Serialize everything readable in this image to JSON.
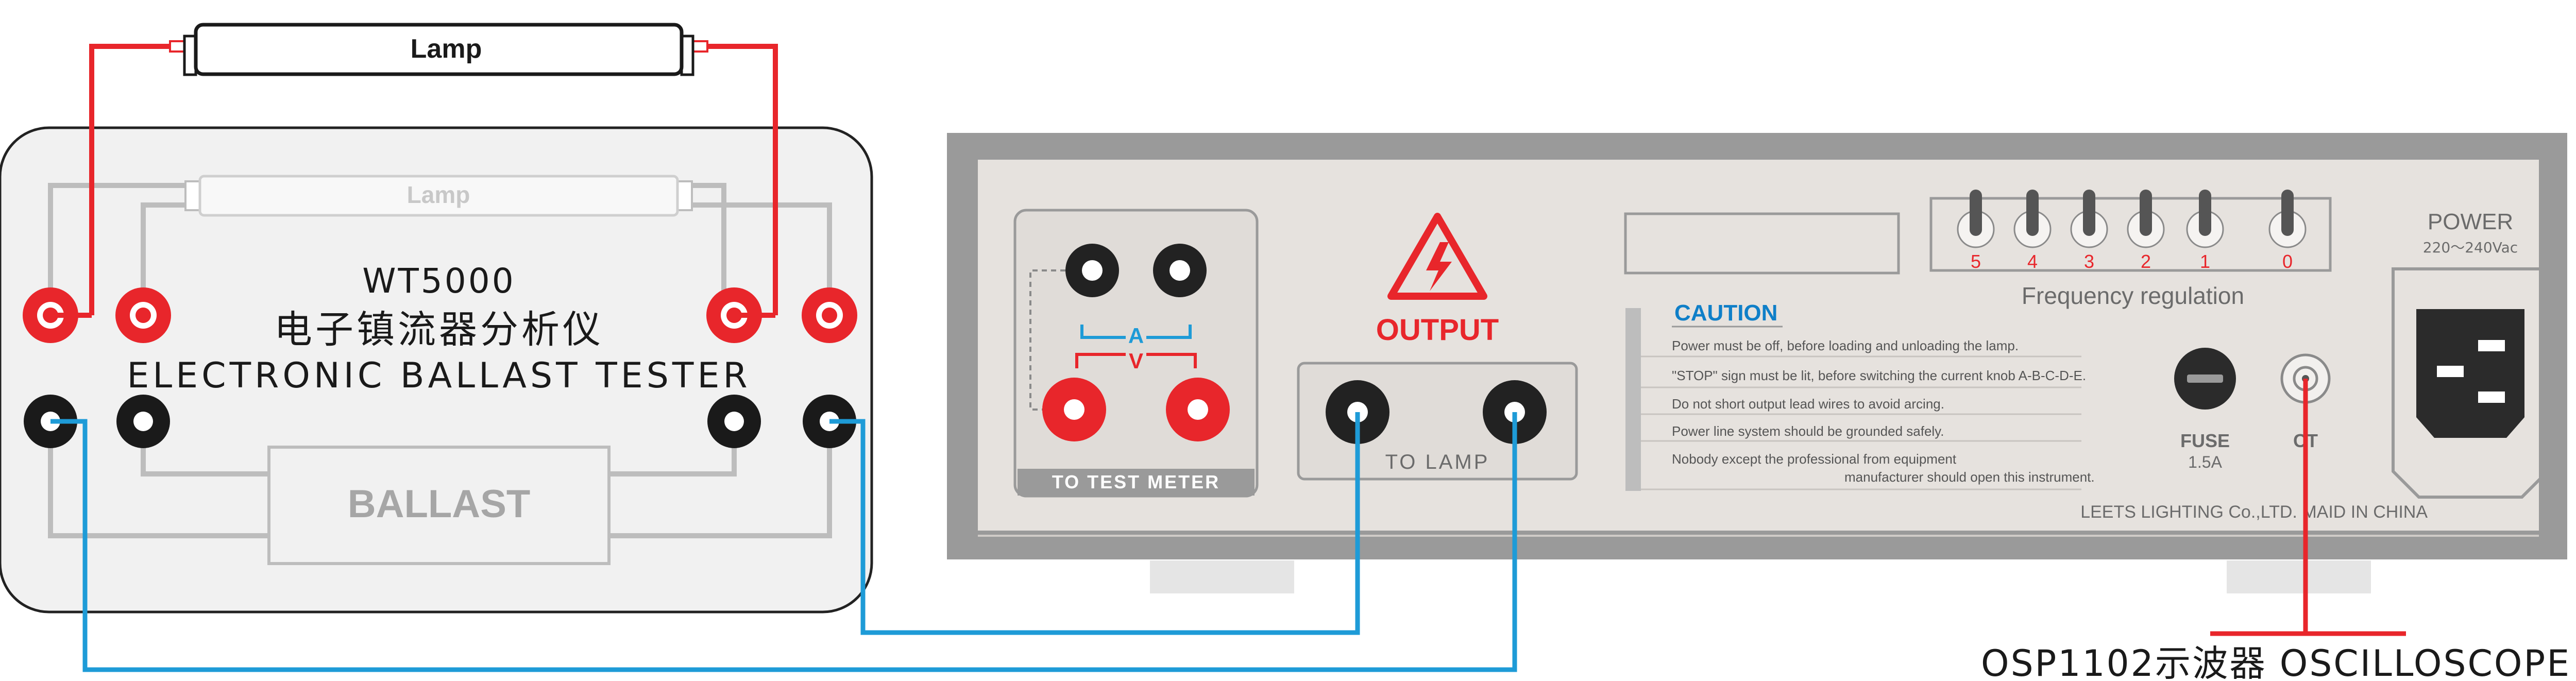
{
  "left_box": {
    "lamp_top_label": "Lamp",
    "lamp_inner_label": "Lamp",
    "model": "WT5000",
    "chinese_name": "电子镇流器分析仪",
    "english_name": "ELECTRONIC BALLAST TESTER",
    "ballast_label": "BALLAST"
  },
  "instrument": {
    "terminals": {
      "a_label": "A",
      "v_label": "V",
      "test_meter_label": "TO TEST METER"
    },
    "output_label": "OUTPUT",
    "to_lamp_label": "TO LAMP",
    "switch_numbers": [
      "5",
      "4",
      "3",
      "2",
      "1",
      "0"
    ],
    "frequency_label": "Frequency regulation",
    "power_label": "POWER",
    "power_voltage": "220～240Vac",
    "caution": {
      "title": "CAUTION",
      "lines": [
        "Power must be off, before loading and unloading the lamp.",
        "\"STOP\" sign must be lit, before switching the current knob  A-B-C-D-E.",
        "Do not short output lead wires to avoid arcing.",
        "Power line system should be grounded safely.",
        "Nobody except the professional from equipment",
        "manufacturer should open this instrument."
      ]
    },
    "fuse_label": "FUSE",
    "fuse_value": "1.5A",
    "ct_label": "CT",
    "manufacturer": "LEETS LIGHTING Co.,LTD. MAID IN CHINA"
  },
  "oscilloscope_label": "OSP1102示波器 OSCILLOSCOPE",
  "colors": {
    "red_wire": "#e8262b",
    "blue_wire": "#1e9bd7",
    "gray_wire": "#bdbdbd",
    "panel": "#e6e2de",
    "instrument_frame": "#9a9a9a",
    "caution_blue": "#0f7fc8"
  }
}
